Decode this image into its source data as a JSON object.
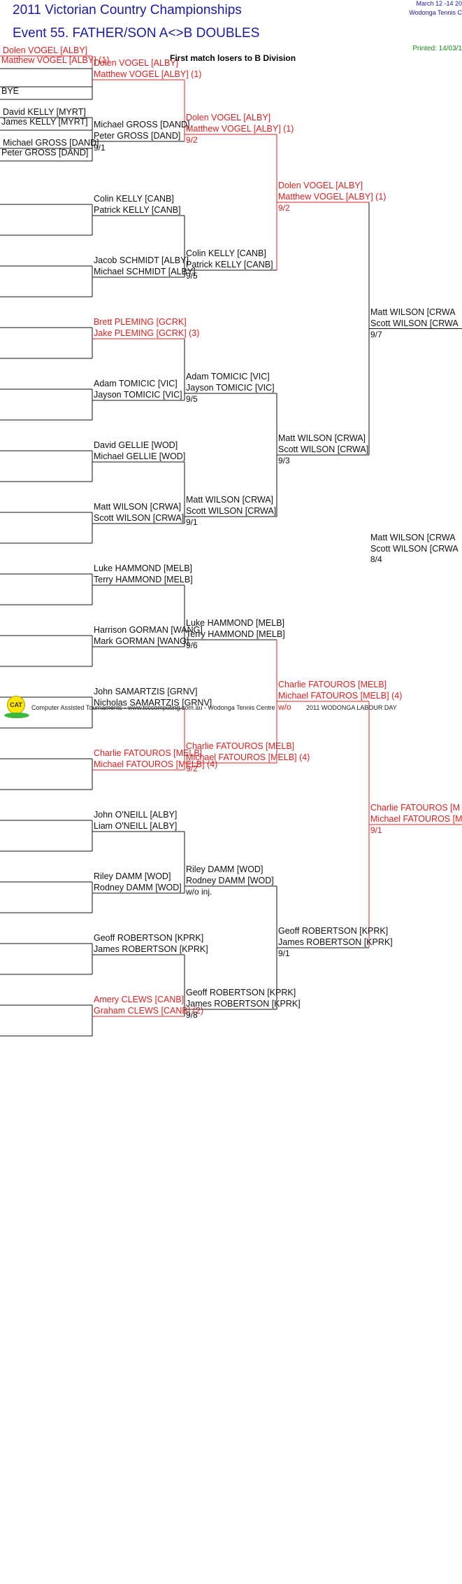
{
  "header": {
    "title": "2011 Victorian Country Championships",
    "event": "Event 55. FATHER/SON A<>B DOUBLES",
    "dates": "March 12 -14 20",
    "venue": "Wodonga Tennis C",
    "printed": "Printed: 14/03/1",
    "division_note": "First match losers to B Division"
  },
  "footer": {
    "logo_text": "CAT",
    "credit": "Computer Assisted Tournaments - www.tcccomputing.com.au - Wodonga Tennis Centre",
    "event_name": "2011 WODONGA LABOUR DAY"
  },
  "colors": {
    "winner": "#e02020",
    "normal": "#111111",
    "title": "#1a1aa6",
    "printed": "#1a8a1a"
  },
  "round1": [
    {
      "p1": "Dolen VOGEL [ALBY]",
      "p2": "Matthew VOGEL [ALBY] (1)",
      "red": true
    },
    {
      "p1": "",
      "p2": "BYE",
      "red": false
    },
    {
      "p1": "David KELLY [MYRT]",
      "p2": "James KELLY [MYRT]",
      "red": false
    },
    {
      "p1": "Michael GROSS [DAND]",
      "p2": "Peter GROSS [DAND]",
      "red": false
    }
  ],
  "round2": [
    {
      "p1": "Dolen VOGEL [ALBY]",
      "p2": "Matthew VOGEL [ALBY] (1)",
      "score": "",
      "red": true
    },
    {
      "p1": "Michael GROSS [DAND]",
      "p2": "Peter GROSS [DAND]",
      "score": "9/1",
      "red": false
    },
    {
      "p1": "Colin KELLY [CANB]",
      "p2": "Patrick KELLY [CANB]",
      "score": "",
      "red": false
    },
    {
      "p1": "Jacob SCHMIDT [ALBY]",
      "p2": "Michael SCHMIDT [ALBY]",
      "score": "",
      "red": false
    },
    {
      "p1": "Brett PLEMING [GCRK]",
      "p2": "Jake PLEMING [GCRK] (3)",
      "score": "",
      "red": true
    },
    {
      "p1": "Adam TOMICIC [VIC]",
      "p2": "Jayson TOMICIC [VIC]",
      "score": "",
      "red": false
    },
    {
      "p1": "David GELLIE [WOD]",
      "p2": "Michael GELLIE [WOD]",
      "score": "",
      "red": false
    },
    {
      "p1": "Matt WILSON [CRWA]",
      "p2": "Scott WILSON [CRWA]",
      "score": "",
      "red": false
    },
    {
      "p1": "Luke HAMMOND [MELB]",
      "p2": "Terry HAMMOND [MELB]",
      "score": "",
      "red": false
    },
    {
      "p1": "Harrison GORMAN [WANG]",
      "p2": "Mark GORMAN [WANG]",
      "score": "",
      "red": false
    },
    {
      "p1": "John SAMARTZIS [GRNV]",
      "p2": "Nicholas SAMARTZIS [GRNV]",
      "score": "",
      "red": false
    },
    {
      "p1": "Charlie FATOUROS [MELB]",
      "p2": "Michael FATOUROS [MELB] (4)",
      "score": "",
      "red": true
    },
    {
      "p1": "John O'NEILL [ALBY]",
      "p2": "Liam O'NEILL [ALBY]",
      "score": "",
      "red": false
    },
    {
      "p1": "Riley DAMM [WOD]",
      "p2": "Rodney DAMM [WOD]",
      "score": "",
      "red": false
    },
    {
      "p1": "Geoff ROBERTSON [KPRK]",
      "p2": "James ROBERTSON [KPRK]",
      "score": "",
      "red": false
    },
    {
      "p1": "Amery CLEWS [CANB]",
      "p2": "Graham CLEWS [CANB] (2)",
      "score": "",
      "red": true
    }
  ],
  "round3": [
    {
      "p1": "Dolen VOGEL [ALBY]",
      "p2": "Matthew VOGEL [ALBY] (1)",
      "score": "9/2",
      "red": true
    },
    {
      "p1": "Colin KELLY [CANB]",
      "p2": "Patrick KELLY [CANB]",
      "score": "9/5",
      "red": false
    },
    {
      "p1": "Adam TOMICIC [VIC]",
      "p2": "Jayson TOMICIC [VIC]",
      "score": "9/5",
      "red": false
    },
    {
      "p1": "Matt WILSON [CRWA]",
      "p2": "Scott WILSON [CRWA]",
      "score": "9/1",
      "red": false
    },
    {
      "p1": "Luke HAMMOND [MELB]",
      "p2": "Terry HAMMOND [MELB]",
      "score": "9/6",
      "red": false
    },
    {
      "p1": "Charlie FATOUROS [MELB]",
      "p2": "Michael FATOUROS [MELB] (4)",
      "score": "9/2",
      "red": true
    },
    {
      "p1": "Riley DAMM [WOD]",
      "p2": "Rodney DAMM [WOD]",
      "score": "w/o inj.",
      "red": false
    },
    {
      "p1": "Geoff ROBERTSON [KPRK]",
      "p2": "James ROBERTSON [KPRK]",
      "score": "9/8",
      "red": false
    }
  ],
  "round4": [
    {
      "p1": "Dolen VOGEL [ALBY]",
      "p2": "Matthew VOGEL [ALBY] (1)",
      "score": "9/2",
      "red": true
    },
    {
      "p1": "Matt WILSON [CRWA]",
      "p2": "Scott WILSON [CRWA]",
      "score": "9/3",
      "red": false
    },
    {
      "p1": "Charlie FATOUROS [MELB]",
      "p2": "Michael FATOUROS [MELB] (4)",
      "score": "w/o",
      "red": true
    },
    {
      "p1": "Geoff ROBERTSON [KPRK]",
      "p2": "James ROBERTSON [KPRK]",
      "score": "9/1",
      "red": false
    }
  ],
  "round5": [
    {
      "p1": "Matt WILSON [CRWA",
      "p2": "Scott WILSON [CRWA",
      "score": "9/7",
      "red": false
    },
    {
      "p1": "Charlie FATOUROS [M",
      "p2": "Michael FATOUROS [M",
      "score": "9/1",
      "red": true
    }
  ],
  "final": {
    "p1": "Matt WILSON [CRWA",
    "p2": "Scott WILSON [CRWA",
    "score": "8/4",
    "red": false
  }
}
